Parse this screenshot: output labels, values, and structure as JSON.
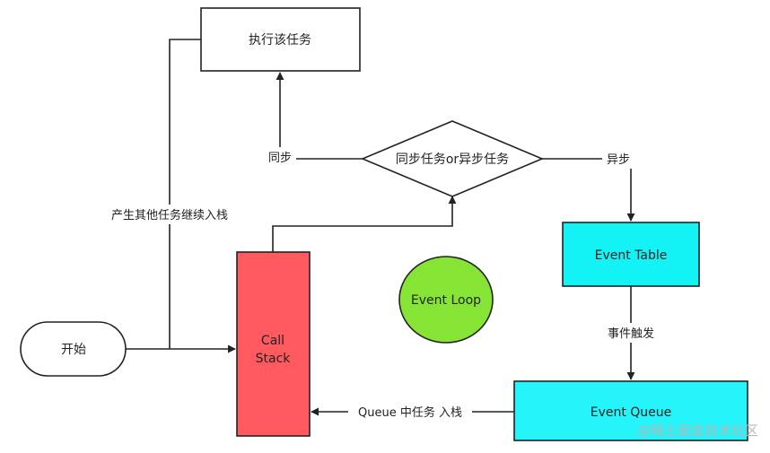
{
  "nodes": {
    "execute_task": "执行该任务",
    "decision": "同步任务or异步任务",
    "event_table": "Event Table",
    "event_loop": "Event Loop",
    "start": "开始",
    "call_stack_line1": "Call",
    "call_stack_line2": "Stack",
    "event_queue": "Event Queue"
  },
  "edges": {
    "sync": "同步",
    "async": "异步",
    "produce_push": "产生其他任务继续入栈",
    "event_trigger": "事件触发",
    "queue_push": "Queue 中任务 入栈"
  },
  "watermark": "@稀土掘金技术社区",
  "colors": {
    "stroke": "#222222",
    "call_stack_fill": "#fe5a5f",
    "event_table_fill": "#13f3f6",
    "event_queue_fill": "#25f4fb",
    "event_loop_fill": "#86e534",
    "box_fill": "#ffffff"
  }
}
